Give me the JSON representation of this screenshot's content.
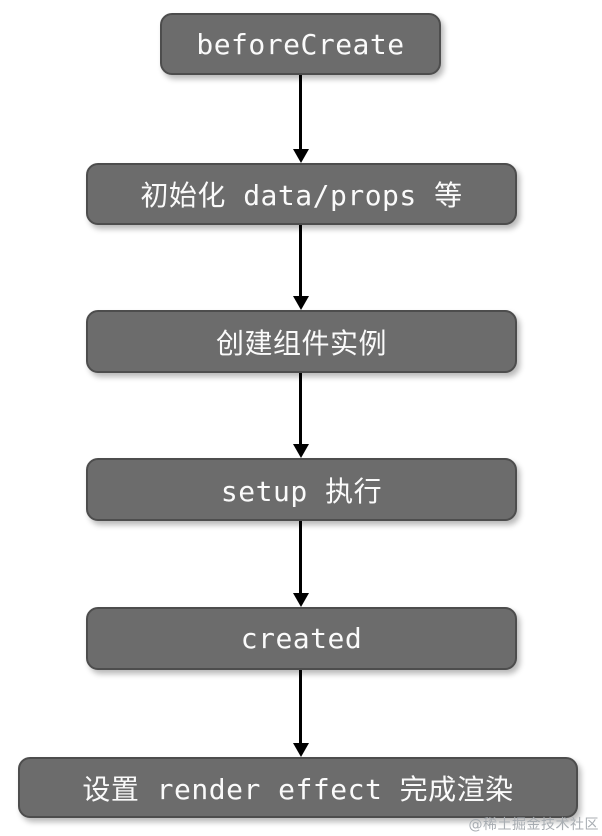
{
  "flowchart": {
    "nodes": [
      {
        "label": "beforeCreate"
      },
      {
        "label": "初始化 data/props 等"
      },
      {
        "label": "创建组件实例"
      },
      {
        "label": "setup 执行"
      },
      {
        "label": "created"
      },
      {
        "label": "设置 render effect 完成渲染"
      }
    ]
  },
  "watermark": {
    "text": "@稀土掘金技术社区"
  },
  "colors": {
    "background": "#ffffff",
    "node-fill": "#6c6c6c",
    "node-border": "#4d4d4d",
    "node-text": "#fafafa",
    "arrow-color": "#000000",
    "watermark-color": "#a8adb2"
  }
}
